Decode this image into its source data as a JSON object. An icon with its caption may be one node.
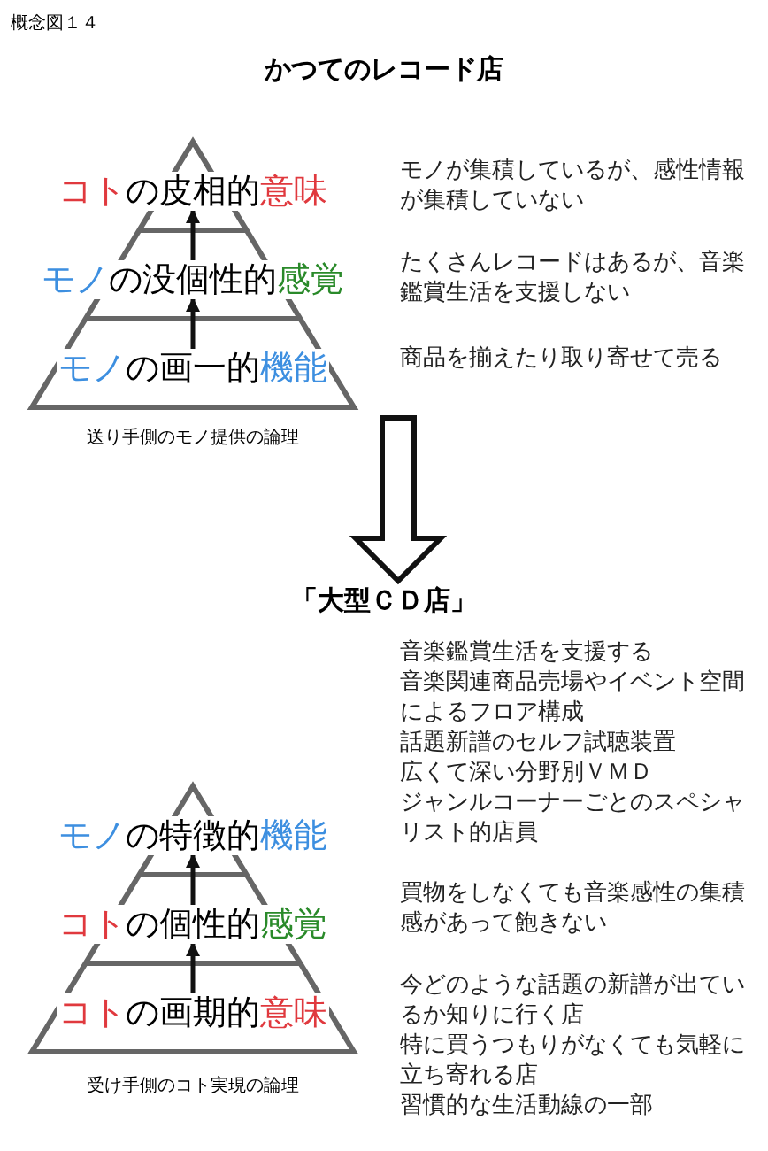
{
  "diagram": {
    "nodes": [
      {
        "text": [
          "かつてのレコード店"
        ]
      },
      {
        "text": [],
        "shape": "triangle",
        "beside": [
          "送り手側のモノ提供の論理"
        ]
      },
      {
        "text": [
          "コトの皮相的意味"
        ],
        "in": 1,
        "beside": [
          "モノが集積しているが、感性情報が集積していない"
        ]
      },
      {
        "text": [
          "モノの没個性的感覚"
        ],
        "in": 1,
        "beside": [
          "たくさんレコードはあるが、音楽鑑賞生活を支援しない"
        ]
      },
      {
        "text": [
          "モノの画一的機能"
        ],
        "in": 1,
        "beside": [
          "商品を揃えたり取り寄せて売る"
        ]
      },
      {
        "text": [
          "「大型ＣＤ店」"
        ]
      },
      {
        "text": [],
        "shape": "triangle",
        "beside": [
          "受け手側のコト実現の論理"
        ]
      },
      {
        "text": [
          "モノの特徴的機能"
        ],
        "in": 6,
        "beside": [
          "音楽鑑賞生活を支援する",
          "音楽関連商品売場やイベント空間によるフロア構成",
          "話題新譜のセルフ試聴装置",
          "広くて深い分野別ＶＭＤ",
          "ジャンルコーナーごとのスペシャリスト的店員"
        ]
      },
      {
        "text": [
          "コトの個性的感覚"
        ],
        "in": 6,
        "beside": [
          "買物をしなくても音楽感性の集積感があって飽きない"
        ]
      },
      {
        "text": [
          "コトの画期的意味"
        ],
        "in": 6,
        "beside": [
          "今どのような話題の新譜が出ているか知りに行く店",
          "特に買うつもりがなくても気軽に立ち寄れる店",
          "習慣的な生活動線の一部"
        ]
      }
    ],
    "edges": [
      {
        "from": 4,
        "to": 3,
        "arrow": "to"
      },
      {
        "from": 3,
        "to": 2,
        "arrow": "to"
      },
      {
        "from": 1,
        "to": 5,
        "arrow": "to",
        "style": "thick"
      },
      {
        "from": 9,
        "to": 8,
        "arrow": "to"
      },
      {
        "from": 8,
        "to": 7,
        "arrow": "to"
      }
    ],
    "labels": [
      "概念図１４"
    ]
  }
}
